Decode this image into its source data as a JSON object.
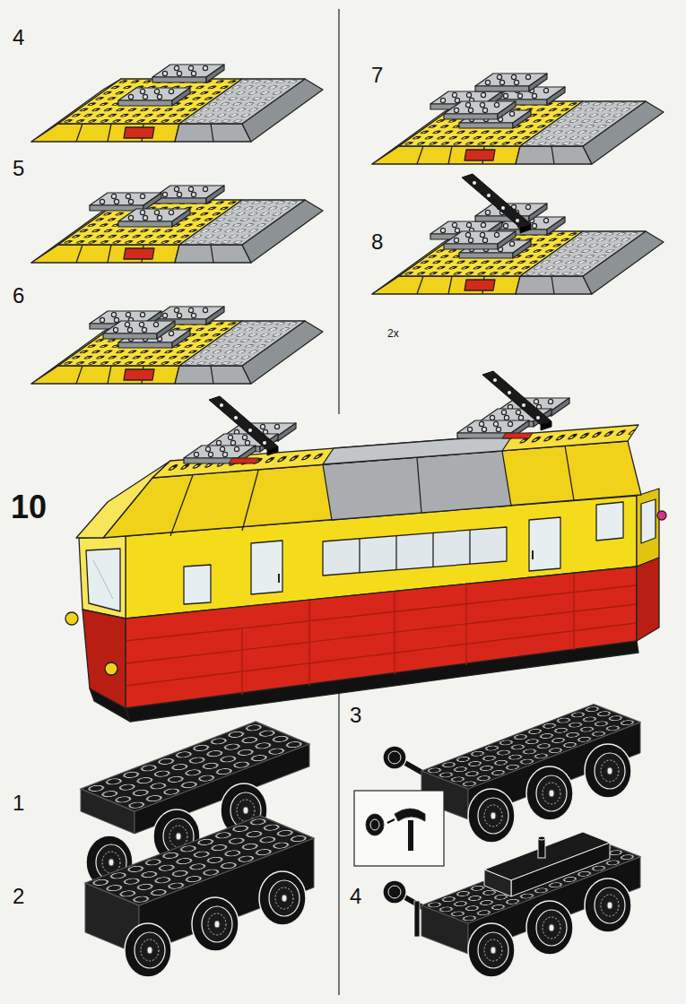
{
  "diagram": {
    "labels": [
      "4",
      "7",
      "5",
      "8",
      "6",
      "2x",
      "10",
      "3",
      "1",
      "2",
      "4"
    ]
  }
}
